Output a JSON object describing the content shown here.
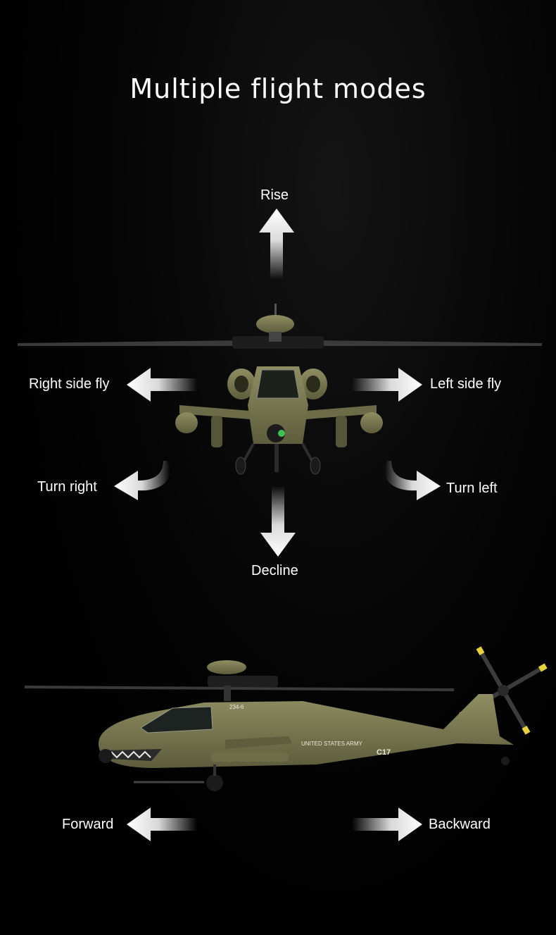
{
  "title": "Multiple flight modes",
  "modes": {
    "rise": "Rise",
    "decline": "Decline",
    "right_side_fly": "Right side fly",
    "left_side_fly": "Left side fly",
    "turn_right": "Turn right",
    "turn_left": "Turn left",
    "forward": "Forward",
    "backward": "Backward"
  },
  "helicopter_side": {
    "tail_number": "234-6",
    "markings": "UNITED STATES ARMY",
    "code": "C17"
  },
  "colors": {
    "background": "#000000",
    "text": "#ffffff",
    "body": "#7b7a52",
    "blade_tip": "#e6d23a"
  }
}
